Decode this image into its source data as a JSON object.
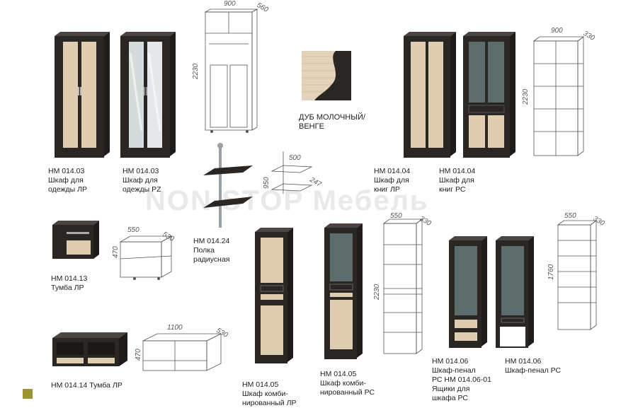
{
  "watermark": "NON STOP Мебель",
  "colors": {
    "wenge": "#2a2624",
    "oak": "#dfcdb2",
    "glass": "#5c6c6a",
    "accent": "#9a9530"
  },
  "texture": {
    "caption_line1": "ДУБ МОЛОЧНЫЙ/",
    "caption_line2": "ВЕНГЕ"
  },
  "items": [
    {
      "code": "НМ 014.03",
      "l1": "Шкаф для",
      "l2": "одежды ЛР"
    },
    {
      "code": "НМ 014.03",
      "l1": "Шкаф для",
      "l2": "одежды PZ"
    },
    {
      "code": "НМ 014.04",
      "l1": "Шкаф для",
      "l2": "книг ЛР"
    },
    {
      "code": "НМ 014.04",
      "l1": "Шкаф для",
      "l2": "книг РС"
    },
    {
      "code": "НМ 014.24",
      "l1": "Полка",
      "l2": "радиусная"
    },
    {
      "code": "НМ 014.13",
      "l1": "Тумба ЛР"
    },
    {
      "code": "НМ 014.14 Тумба ЛР"
    },
    {
      "code": "НМ 014.05",
      "l1": "Шкаф комби-",
      "l2": "нированный ЛР"
    },
    {
      "code": "НМ 014.05",
      "l1": "Шкаф комби-",
      "l2": "нированный РС"
    },
    {
      "code": "НМ 014.06",
      "l1": "Шкаф-пенал",
      "l2": "РС НМ 014.06-01",
      "l3": "Ящики для",
      "l4": "шкафа РС"
    },
    {
      "code": "НМ 014.06",
      "l1": "Шкаф-пенал РС"
    }
  ],
  "dims": {
    "wardrobe": {
      "w": "900",
      "d": "560",
      "h": "2230"
    },
    "bookcase": {
      "w": "900",
      "d": "330",
      "h": "2230"
    },
    "shelf": {
      "w": "500",
      "d": "247",
      "h": "950"
    },
    "tumba13": {
      "w": "550",
      "d": "530",
      "h": "470"
    },
    "tumba14": {
      "w": "1100",
      "d": "530",
      "h": "470"
    },
    "combi": {
      "w": "550",
      "d": "330",
      "h": "2230"
    },
    "penal": {
      "w": "550",
      "d": "330",
      "h": "1760"
    }
  }
}
